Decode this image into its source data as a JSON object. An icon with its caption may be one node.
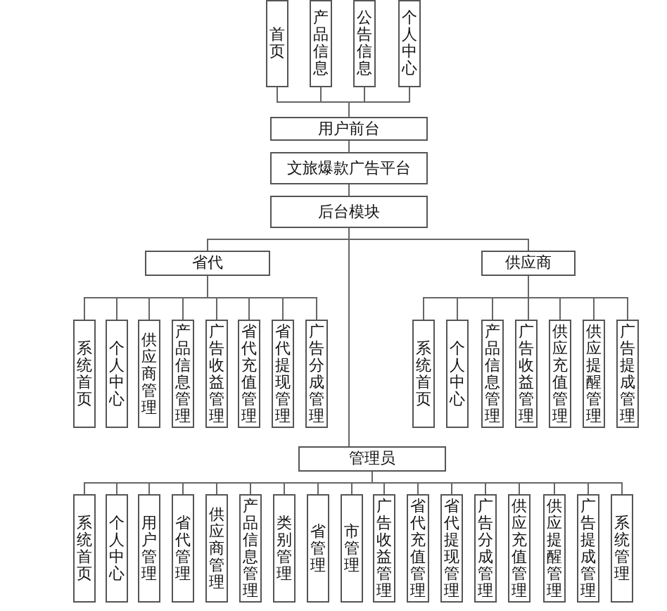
{
  "diagram": {
    "nodes": [
      {
        "text": [
          "首页"
        ]
      },
      {
        "text": [
          "产品信息"
        ]
      },
      {
        "text": [
          "公告信息"
        ]
      },
      {
        "text": [
          "个人中心"
        ]
      },
      {
        "text": [
          "用户前台"
        ]
      },
      {
        "text": [
          "文旅爆款广告平台"
        ]
      },
      {
        "text": [
          "后台模块"
        ]
      },
      {
        "text": [
          "省代"
        ]
      },
      {
        "text": [
          "供应商"
        ]
      },
      {
        "text": [
          "系统首页"
        ]
      },
      {
        "text": [
          "个人中心"
        ]
      },
      {
        "text": [
          "供应商管理"
        ]
      },
      {
        "text": [
          "产品信息管理"
        ]
      },
      {
        "text": [
          "广告收益管理"
        ]
      },
      {
        "text": [
          "省代充值管理"
        ]
      },
      {
        "text": [
          "省代提现管理"
        ]
      },
      {
        "text": [
          "广告分成管理"
        ]
      },
      {
        "text": [
          "系统首页"
        ]
      },
      {
        "text": [
          "个人中心"
        ]
      },
      {
        "text": [
          "产品信息管理"
        ]
      },
      {
        "text": [
          "广告收益管理"
        ]
      },
      {
        "text": [
          "供应充值管理"
        ]
      },
      {
        "text": [
          "供应提醒管理"
        ]
      },
      {
        "text": [
          "广告提成管理"
        ]
      },
      {
        "text": [
          "管理员"
        ]
      },
      {
        "text": [
          "系统首页"
        ]
      },
      {
        "text": [
          "个人中心"
        ]
      },
      {
        "text": [
          "用户管理"
        ]
      },
      {
        "text": [
          "省代管理"
        ]
      },
      {
        "text": [
          "供应商管理"
        ]
      },
      {
        "text": [
          "产品信息管理"
        ]
      },
      {
        "text": [
          "类别管理"
        ]
      },
      {
        "text": [
          "省管理"
        ]
      },
      {
        "text": [
          "市管理"
        ]
      },
      {
        "text": [
          "广告收益管理"
        ]
      },
      {
        "text": [
          "省代充值管理"
        ]
      },
      {
        "text": [
          "省代提现管理"
        ]
      },
      {
        "text": [
          "广告分成管理"
        ]
      },
      {
        "text": [
          "供应充值管理"
        ]
      },
      {
        "text": [
          "供应提醒管理"
        ]
      },
      {
        "text": [
          "广告提成管理"
        ]
      },
      {
        "text": [
          "系统管理"
        ]
      }
    ],
    "edges": [
      {
        "from": 0,
        "to": 4,
        "arrow": "none"
      },
      {
        "from": 1,
        "to": 4,
        "arrow": "none"
      },
      {
        "from": 2,
        "to": 4,
        "arrow": "none"
      },
      {
        "from": 3,
        "to": 4,
        "arrow": "none"
      },
      {
        "from": 4,
        "to": 5,
        "arrow": "none"
      },
      {
        "from": 5,
        "to": 6,
        "arrow": "none"
      },
      {
        "from": 6,
        "to": 7,
        "arrow": "none"
      },
      {
        "from": 6,
        "to": 8,
        "arrow": "none"
      },
      {
        "from": 6,
        "to": 24,
        "arrow": "none"
      },
      {
        "from": 7,
        "to": 9,
        "arrow": "none"
      },
      {
        "from": 7,
        "to": 10,
        "arrow": "none"
      },
      {
        "from": 7,
        "to": 11,
        "arrow": "none"
      },
      {
        "from": 7,
        "to": 12,
        "arrow": "none"
      },
      {
        "from": 7,
        "to": 13,
        "arrow": "none"
      },
      {
        "from": 7,
        "to": 14,
        "arrow": "none"
      },
      {
        "from": 7,
        "to": 15,
        "arrow": "none"
      },
      {
        "from": 7,
        "to": 16,
        "arrow": "none"
      },
      {
        "from": 8,
        "to": 17,
        "arrow": "none"
      },
      {
        "from": 8,
        "to": 18,
        "arrow": "none"
      },
      {
        "from": 8,
        "to": 19,
        "arrow": "none"
      },
      {
        "from": 8,
        "to": 20,
        "arrow": "none"
      },
      {
        "from": 8,
        "to": 21,
        "arrow": "none"
      },
      {
        "from": 8,
        "to": 22,
        "arrow": "none"
      },
      {
        "from": 8,
        "to": 23,
        "arrow": "none"
      },
      {
        "from": 24,
        "to": 25,
        "arrow": "none"
      },
      {
        "from": 24,
        "to": 26,
        "arrow": "none"
      },
      {
        "from": 24,
        "to": 27,
        "arrow": "none"
      },
      {
        "from": 24,
        "to": 28,
        "arrow": "none"
      },
      {
        "from": 24,
        "to": 29,
        "arrow": "none"
      },
      {
        "from": 24,
        "to": 30,
        "arrow": "none"
      },
      {
        "from": 24,
        "to": 31,
        "arrow": "none"
      },
      {
        "from": 24,
        "to": 32,
        "arrow": "none"
      },
      {
        "from": 24,
        "to": 33,
        "arrow": "none"
      },
      {
        "from": 24,
        "to": 34,
        "arrow": "none"
      },
      {
        "from": 24,
        "to": 35,
        "arrow": "none"
      },
      {
        "from": 24,
        "to": 36,
        "arrow": "none"
      },
      {
        "from": 24,
        "to": 37,
        "arrow": "none"
      },
      {
        "from": 24,
        "to": 38,
        "arrow": "none"
      },
      {
        "from": 24,
        "to": 39,
        "arrow": "none"
      },
      {
        "from": 24,
        "to": 40,
        "arrow": "none"
      },
      {
        "from": 24,
        "to": 41,
        "arrow": "none"
      }
    ]
  }
}
